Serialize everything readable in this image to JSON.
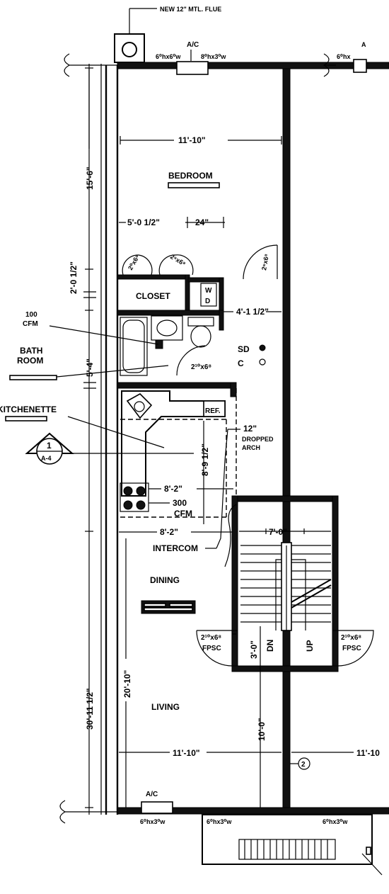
{
  "notes": {
    "flue": "NEW 12\" MTL. FLUE",
    "ac_top": "A/C",
    "ac_top_right": "A",
    "ac_bottom": "A/C",
    "window_top_left": "6⁰hx6⁰w",
    "window_top_mid": "8⁰hx3⁰w",
    "window_top_right": "6⁰hx",
    "window_bottom_left": "6⁰hx3⁰w",
    "window_bottom_mid": "6⁰hx3⁰w",
    "window_bottom_right": "6⁰hx3⁰w"
  },
  "rooms": {
    "bedroom": "BEDROOM",
    "closet": "CLOSET",
    "bath_line1": "BATH",
    "bath_line2": "ROOM",
    "kitchenette": "KITCHENETTE",
    "dining": "DINING",
    "living": "LIVING",
    "ref": "REF.",
    "wd": "W\nD"
  },
  "dimensions": {
    "bedroom_width": "11'-10\"",
    "bedroom_height": "15'-6\"",
    "closet_width": "5'-0 1/2\"",
    "closet_door": "24\"",
    "hall_dim": "2'-0 1/2\"",
    "bath_height": "5'-4\"",
    "hall_width": "4'-1 1/2\"",
    "kitchen_depth": "8'-9 1/2\"",
    "kitchen_w1": "8'-2\"",
    "kitchen_w2": "8'-2\"",
    "stair_width": "7'-0\"",
    "living_total": "30'-11 1/2\"",
    "living_height": "20'-10\"",
    "landing": "10'-0\"",
    "landing_small": "3'-0\"",
    "living_width": "11'-10\"",
    "living_width_right": "11'-10"
  },
  "fixtures": {
    "fan_100_a": "100",
    "fan_100_b": "CFM",
    "fan_300_a": "300",
    "fan_300_b": "CFM",
    "smoke": "SD",
    "co": "C",
    "arch_a": "12\"",
    "arch_b": "DROPPED",
    "arch_c": "ARCH",
    "intercom": "INTERCOM",
    "door_bath": "2¹⁰x6⁸",
    "door_left_a": "2¹⁰x6⁸",
    "door_left_b": "FPSC",
    "door_right_a": "2¹⁰x6⁸",
    "door_right_b": "FPSC",
    "door_closet": "2⁰x6⁸",
    "door_bed": "2⁶x6⁸",
    "door_right_bed": "2⁶x6⁸"
  },
  "stair": {
    "dn": "DN",
    "up": "UP"
  },
  "section_marker": {
    "number": "1",
    "sheet": "A-4"
  },
  "grid_marker": "2"
}
